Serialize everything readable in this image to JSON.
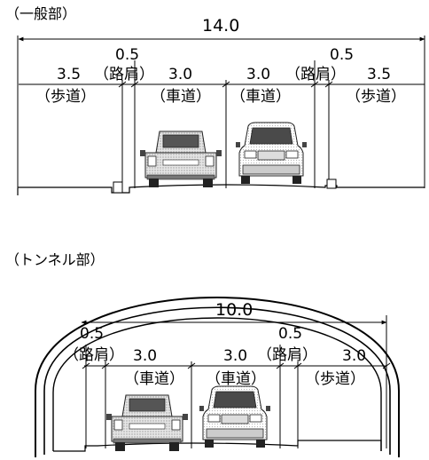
{
  "general": {
    "title": "（一般部）",
    "total_width": "14.0",
    "dims": [
      {
        "value": "3.5",
        "label": "（歩道）"
      },
      {
        "value": "0.5",
        "label": "（路肩）"
      },
      {
        "value": "3.0",
        "label": "（車道）"
      },
      {
        "value": "3.0",
        "label": "（車道）"
      },
      {
        "value": "0.5",
        "label": "（路肩）"
      },
      {
        "value": "3.5",
        "label": "（歩道）"
      }
    ]
  },
  "tunnel": {
    "title": "（トンネル部）",
    "total_width": "10.0",
    "dims": [
      {
        "value": "0.5",
        "label": "（路肩）"
      },
      {
        "value": "3.0",
        "label": "（車道）"
      },
      {
        "value": "3.0",
        "label": "（車道）"
      },
      {
        "value": "0.5",
        "label": "（路肩）"
      },
      {
        "value": "3.0",
        "label": "（歩道）"
      }
    ]
  }
}
